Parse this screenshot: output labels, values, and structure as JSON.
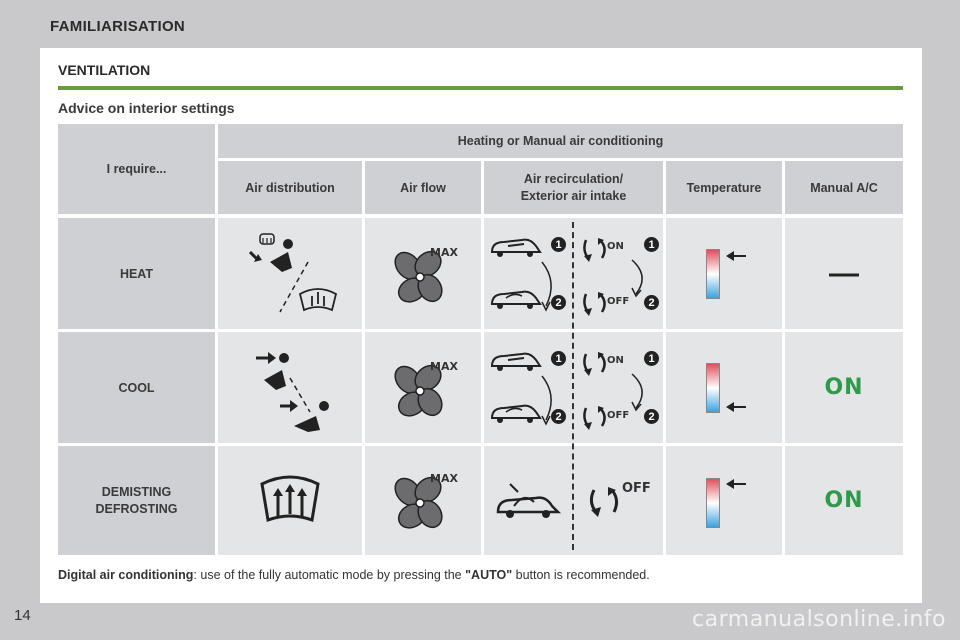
{
  "header": {
    "title": "FAMILIARISATION"
  },
  "section": {
    "title": "VENTILATION",
    "subtitle": "Advice on interior settings"
  },
  "table": {
    "corner_label": "I require...",
    "group_header": "Heating or Manual air conditioning",
    "columns": [
      "Air distribution",
      "Air flow",
      "Air recirculation/\nExterior air intake",
      "Temperature",
      "Manual A/C"
    ],
    "rows": [
      {
        "label": "HEAT",
        "ac": "—"
      },
      {
        "label": "COOL",
        "ac": "ON"
      },
      {
        "label": "DEMISTING\nDEFROSTING",
        "ac": "ON"
      }
    ]
  },
  "icons": {
    "max_label": "MAX",
    "recirc_on": "ON",
    "recirc_off": "OFF",
    "step_1": "1",
    "step_2": "2"
  },
  "footnote": {
    "lead": "Digital air conditioning",
    "text1": ": use of the fully automatic mode by pressing the ",
    "key": "\"AUTO\"",
    "text2": " button is recommended."
  },
  "page_number": "14",
  "watermark": "carmanualsonline.info",
  "colors": {
    "accent_green": "#6a9a3a",
    "on_green": "#2e9a4a",
    "header_cell": "#cfd0d3",
    "body_cell": "#e4e5e7"
  }
}
